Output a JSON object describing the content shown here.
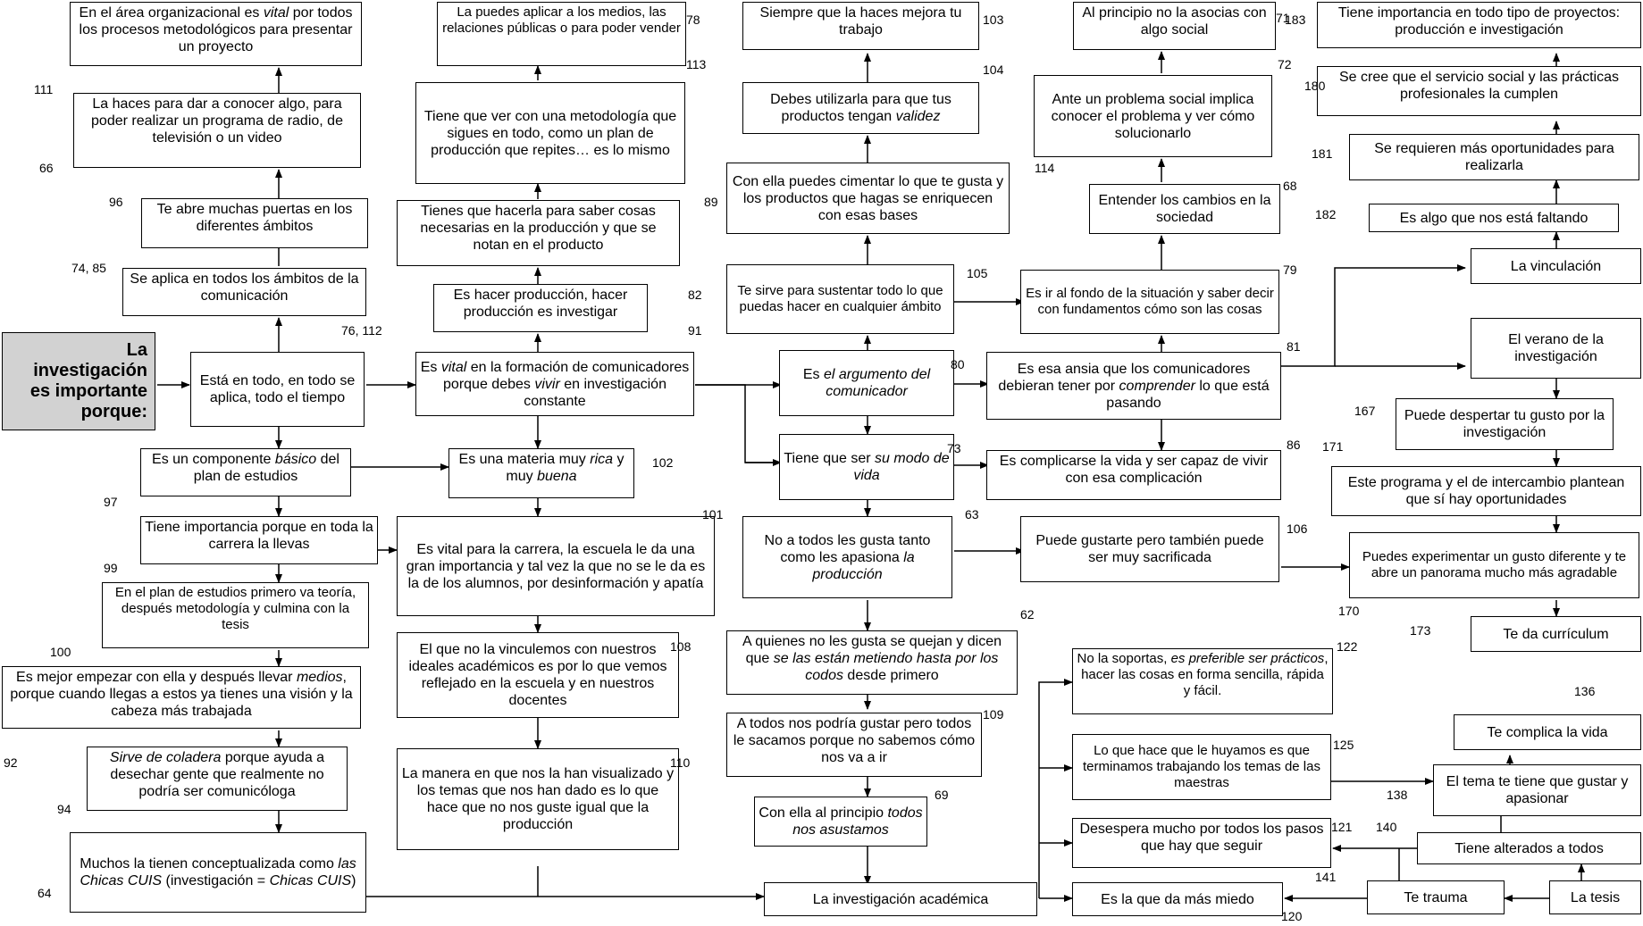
{
  "root": "La investigación es importante porque:",
  "nodes": {
    "a1": "En el área organizacional es <i>vital</i> por todos los procesos metodológicos para presentar un proyecto",
    "a2": "La haces para dar a conocer algo, para poder realizar un programa de radio, de televisión o un video",
    "a3": "Te abre muchas puertas en los diferentes ámbitos",
    "a4": "Se aplica en todos los ámbitos de la comunicación",
    "a5": "Está en todo, en todo se aplica, todo el tiempo",
    "a6": "Es un componente <i>básico</i> del plan de estudios",
    "a7": "Tiene importancia porque en toda la carrera la llevas",
    "a8": "En el plan de estudios primero va teoría, después metodología y culmina con la tesis",
    "a9": "Es mejor empezar con ella y después llevar <i>medios</i>, porque cuando llegas a estos ya tienes una visión y la cabeza más trabajada",
    "a10": "<i>Sirve de coladera</i> porque ayuda a desechar gente que realmente no podría ser comunicóloga",
    "a11": "Muchos la tienen conceptualizada como <i>las Chicas CUIS</i> (investigación = <i>Chicas CUIS</i>)",
    "b1": "La puedes aplicar a los medios, las relaciones públicas o para poder vender",
    "b2": "Tiene que ver con una metodología que sigues en todo, como un plan de producción que repites… es lo mismo",
    "b3": "Tienes que hacerla para saber cosas necesarias en la producción y que se notan en el producto",
    "b4": "Es hacer producción, hacer producción es investigar",
    "b5": "Es <i>vital</i> en la formación de comunicadores porque debes <i>vivir</i> en investigación constante",
    "b6": "Es una materia muy <i>rica</i> y muy <i>buena</i>",
    "b7": "Es vital para la carrera, la escuela le da una gran importancia y tal vez la que no se le da es la de los alumnos, por desinformación y apatía",
    "b8": "El que no la vinculemos con nuestros ideales académicos es por lo que vemos reflejado en la escuela y en nuestros docentes",
    "b9": "La manera en que nos la han visualizado y los temas que nos han dado es lo que hace que no nos guste igual que la producción",
    "c1": "Siempre que la haces mejora tu trabajo",
    "c2": "Debes utilizarla para que tus productos tengan <i>validez</i>",
    "c3": "Con ella puedes cimentar lo que te gusta y los productos que hagas se enriquecen con esas bases",
    "c4": "Te sirve para sustentar todo lo que puedas hacer en cualquier ámbito",
    "c5": "Es <i>el argumento del comunicador</i>",
    "c6": "Tiene que ser <i>su modo de vida</i>",
    "c7": "No a todos les gusta tanto como les apasiona <i>la producción</i>",
    "c8": "A quienes no les gusta se quejan y dicen que <i>se las están metiendo hasta por los codos</i> desde primero",
    "c9": "A todos nos podría gustar pero todos le sacamos porque no sabemos cómo nos va a ir",
    "c10": "Con ella al principio <i>todos nos asustamos</i>",
    "c11": "La investigación académica",
    "d1": "Al principio no la asocias con algo social",
    "d2": "Ante un problema social implica conocer el problema y ver cómo solucionarlo",
    "d3": "Entender los cambios en la sociedad",
    "d4": "Es ir al fondo de la situación y saber decir con fundamentos cómo son las cosas",
    "d5": "Es esa ansia que los comunicadores debieran tener por <i>comprender</i> lo que está pasando",
    "d6": "Es complicarse la vida y ser capaz de vivir con esa complicación",
    "d7": "Puede gustarte pero también puede ser muy sacrificada",
    "d8": "No la soportas, <i>es preferible ser prácticos</i>, hacer las cosas en forma sencilla, rápida y fácil.",
    "d9": "Lo que hace que le huyamos es que terminamos trabajando los temas de las maestras",
    "d10": "Desespera mucho por todos los pasos que hay que seguir",
    "d11": "Es la que da más miedo",
    "e1": "Tiene importancia en todo tipo de proyectos: producción e investigación",
    "e2": "Se cree que el servicio social y las prácticas profesionales la cumplen",
    "e3": "Se requieren más oportunidades para realizarla",
    "e4": "Es algo que nos está faltando",
    "e5": "La vinculación",
    "e6": "El verano de la investigación",
    "e7": "Puede despertar tu gusto por la investigación",
    "e8": "Este programa y el de intercambio plantean que sí hay oportunidades",
    "e9": "Puedes experimentar un gusto diferente y te abre un panorama mucho más agradable",
    "e10": "Te da currículum",
    "e11": "Te complica la vida",
    "e12": "El tema te tiene que gustar y apasionar",
    "e13": "Tiene alterados a todos",
    "e14": "Te trauma",
    "e15": "La tesis"
  },
  "numbers": {
    "n111": "111",
    "n66": "66",
    "n96": "96",
    "n74": "74, 85",
    "n76": "76, 112",
    "n97": "97",
    "n99": "99",
    "n100": "100",
    "n92": "92",
    "n94": "94",
    "n64": "64",
    "n78": "78",
    "n113": "113",
    "n82": "82",
    "n91": "91",
    "n102": "102",
    "n101": "101",
    "n108": "108",
    "n110": "110",
    "n103": "103",
    "n104": "104",
    "n89": "89",
    "n105": "105",
    "n80": "80",
    "n73": "73",
    "n63": "63",
    "n62": "62",
    "n109": "109",
    "n69": "69",
    "n71": "71",
    "n72": "72",
    "n114": "114",
    "n68": "68",
    "n79": "79",
    "n81": "81",
    "n86": "86",
    "n106": "106",
    "n122": "122",
    "n125": "125",
    "n121": "121",
    "n140": "140",
    "n141": "141",
    "n120": "120",
    "n183": "183",
    "n180": "180",
    "n181": "181",
    "n182": "182",
    "n167": "167",
    "n171": "171",
    "n170": "170",
    "n173": "173",
    "n136": "136",
    "n138": "138"
  }
}
